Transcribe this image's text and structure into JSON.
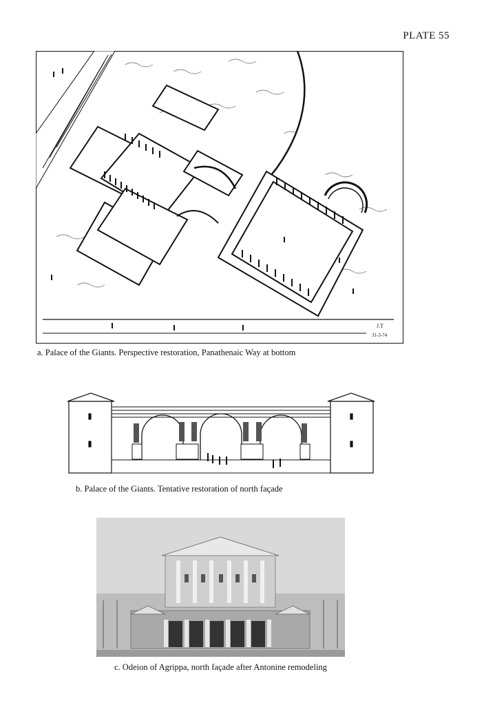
{
  "plate": {
    "label": "PLATE 55"
  },
  "figures": [
    {
      "id": "a",
      "caption": "a. Palace of the Giants. Perspective restoration, Panathenaic Way at bottom",
      "signature": {
        "initials": "J.T",
        "date": "31-3-74"
      }
    },
    {
      "id": "b",
      "caption": "b. Palace of the Giants. Tentative restoration of north façade"
    },
    {
      "id": "c",
      "caption": "c. Odeion of Agrippa, north façade after Antonine remodeling"
    }
  ]
}
